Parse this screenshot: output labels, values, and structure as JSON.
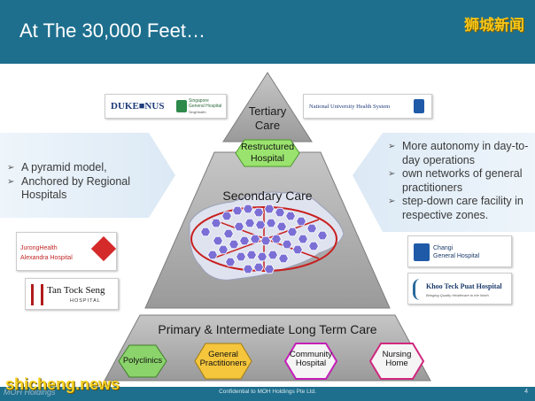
{
  "slide": {
    "title": "At The 30,000 Feet…",
    "footer_text": "Confidential to MOH Holdings Pte Ltd.",
    "page_number": "4",
    "footer_logo": "MOH Holdings",
    "watermark_cn": "狮城新闻",
    "watermark_en": "shicheng.news"
  },
  "pyramid": {
    "top_label": "Tertiary\nCare",
    "restructured": "Restructured\nHospital",
    "middle_label": "Secondary Care",
    "bottom_label": "Primary & Intermediate Long Term Care",
    "bottom_items": [
      {
        "label": "Polyclinics",
        "color": "#8bd36b"
      },
      {
        "label": "General\nPractitioners",
        "color": "#f5c63c"
      },
      {
        "label": "Community\nHospital",
        "color": "#e24ed1"
      },
      {
        "label": "Nursing\nHome",
        "color": "#e33a8b"
      }
    ],
    "colors": {
      "band": "#b5b5b5",
      "band_dark": "#8d8d8d",
      "hex_green": "#9be36f",
      "map_fill": "#d8dce8",
      "network_hex": "#7b6fd6",
      "ring": "#c81e1e"
    }
  },
  "left_panel": {
    "bullets": [
      "A pyramid model,",
      "Anchored by Regional Hospitals"
    ]
  },
  "right_panel": {
    "bullets": [
      "More autonomy in day-to-day operations",
      "own networks of general practitioners",
      "step-down care facility in respective zones."
    ]
  },
  "logos": {
    "duke_nus": "DUKE■NUS",
    "sgh": "Singapore\nGeneral Hospital",
    "sgh_sub": "SingHealth",
    "nuhs": "National University Health System",
    "jurong": "JurongHealth",
    "alexandra": "Alexandra Hospital",
    "ttsh": "Tan Tock Seng",
    "ttsh_sub": "HOSPITAL",
    "changi": "Changi\nGeneral Hospital",
    "ktph": "Khoo Teck Puat Hospital",
    "ktph_sub": "Bringing Quality Healthcare to the North"
  }
}
